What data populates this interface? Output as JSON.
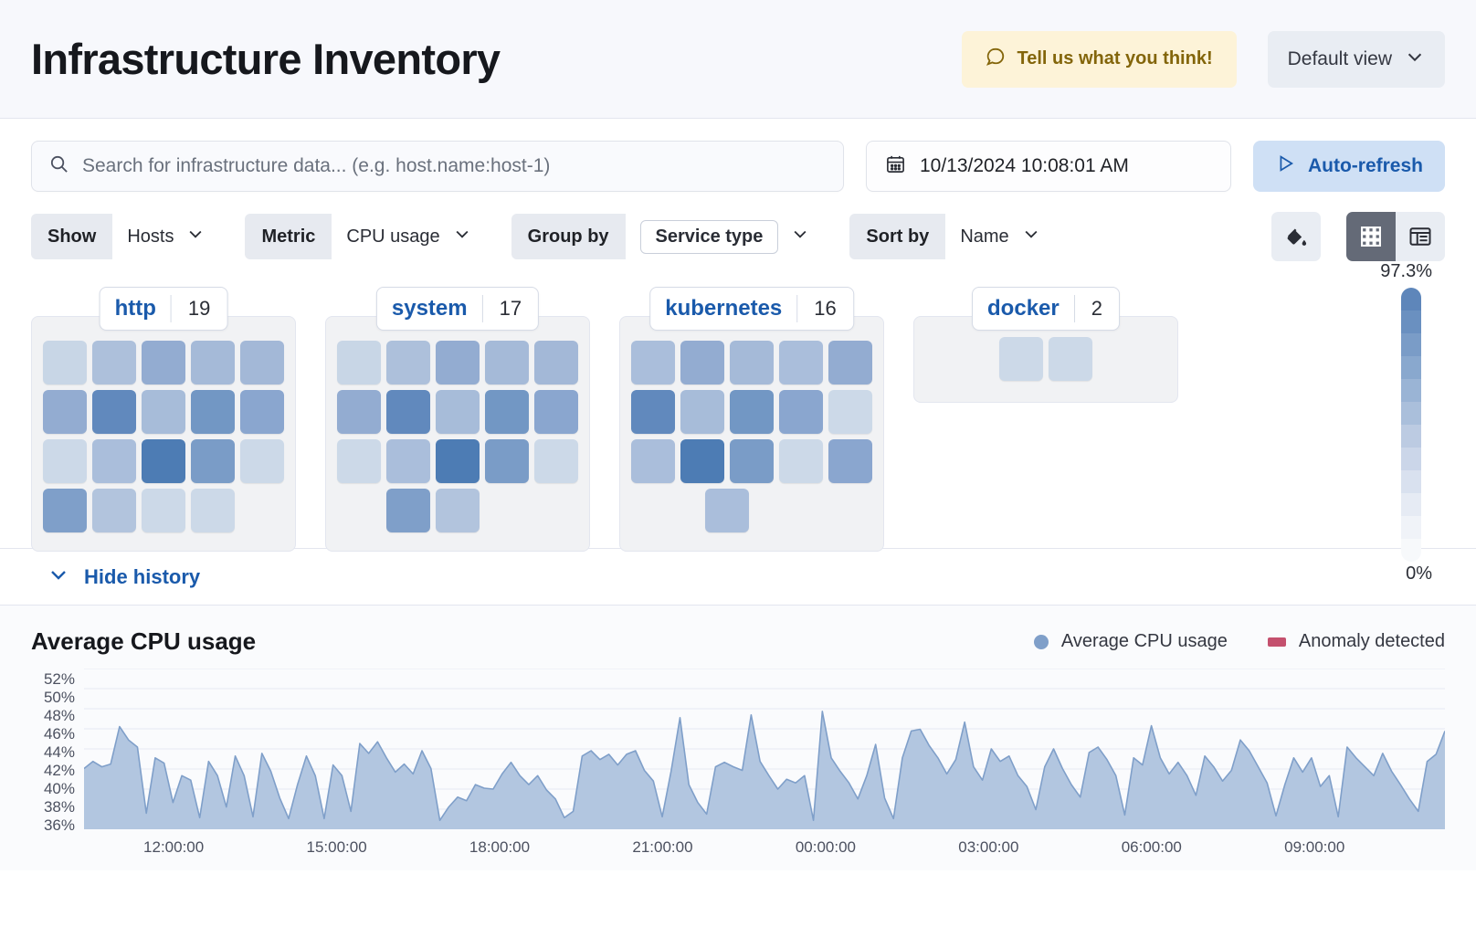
{
  "header": {
    "title": "Infrastructure Inventory",
    "feedback_label": "Tell us what you think!",
    "feedback_icon": "comment-icon",
    "view_label": "Default view",
    "view_icon": "chevron-down-icon"
  },
  "toolbar": {
    "search": {
      "placeholder": "Search for infrastructure data... (e.g. host.name:host-1)",
      "value": "",
      "icon": "search-icon"
    },
    "date": {
      "value": "10/13/2024 10:08:01 AM",
      "icon": "calendar-icon"
    },
    "refresh": {
      "label": "Auto-refresh",
      "icon": "play-icon"
    },
    "filters": [
      {
        "label": "Show",
        "value": "Hosts",
        "boxed": false
      },
      {
        "label": "Metric",
        "value": "CPU usage",
        "boxed": false
      },
      {
        "label": "Group by",
        "value": "Service type",
        "boxed": true
      },
      {
        "label": "Sort by",
        "value": "Name",
        "boxed": false
      }
    ],
    "palette_icon": "paint-bucket-icon",
    "view_grid_icon": "grid-view-icon",
    "view_table_icon": "table-view-icon"
  },
  "legend": {
    "max": "97.3%",
    "min": "0%",
    "stops": [
      "#5e86ba",
      "#6a90c0",
      "#7a9cc7",
      "#89a8ce",
      "#9ab4d5",
      "#aabfdb",
      "#bccbe2",
      "#cbd6e9",
      "#d9e1ef",
      "#e6ebf4",
      "#f0f3f8",
      "#f7f9fb"
    ]
  },
  "groups": [
    {
      "name": "http",
      "count": "19",
      "rows": [
        [
          "#c8d6e6",
          "#adc0db",
          "#93acd1",
          "#a5bad8",
          "#a3b8d7"
        ],
        [
          "#93acd1",
          "#6189bd",
          "#a7bcd9",
          "#7297c4",
          "#8aa6cf"
        ],
        [
          "#ccd9e8",
          "#aabedb",
          "#4d7cb4",
          "#7a9cc7",
          "#ccd9e8"
        ],
        [
          "#7f9fc9",
          "#b2c4dd",
          "#ccd9e8",
          "#ccd9e8"
        ]
      ],
      "last_row_align": "offset1"
    },
    {
      "name": "system",
      "count": "17",
      "rows": [
        [
          "#c8d6e6",
          "#adc0db",
          "#93acd1",
          "#a5bad8",
          "#a3b8d7"
        ],
        [
          "#93acd1",
          "#6189bd",
          "#a7bcd9",
          "#7297c4",
          "#8aa6cf"
        ],
        [
          "#ccd9e8",
          "#aabedb",
          "#4d7cb4",
          "#7a9cc7",
          "#ccd9e8"
        ],
        [
          "#7f9fc9",
          "#b2c4dd"
        ]
      ],
      "last_row_align": "offset2"
    },
    {
      "name": "kubernetes",
      "count": "16",
      "rows": [
        [
          "#aabedb",
          "#93acd1",
          "#a5bad8",
          "#aabedb",
          "#93acd1"
        ],
        [
          "#6189bd",
          "#a7bcd9",
          "#7297c4",
          "#8aa6cf",
          "#ccd9e8"
        ],
        [
          "#aabedb",
          "#4d7cb4",
          "#7a9cc7",
          "#ccd9e8",
          "#8aa6cf"
        ],
        [
          "#aabedb"
        ]
      ],
      "last_row_align": "offset2"
    },
    {
      "name": "docker",
      "count": "2",
      "rows": [
        [
          "#ccd9e8",
          "#ccd9e8"
        ]
      ],
      "last_row_align": "center"
    }
  ],
  "history": {
    "toggle_label": "Hide history",
    "toggle_icon": "chevron-down-icon"
  },
  "chart_data": {
    "type": "area",
    "title": "Average CPU usage",
    "xlabel": "",
    "ylabel": "",
    "grid": true,
    "legend_position": "top-right",
    "legend": [
      {
        "name": "Average CPU usage",
        "color": "#7f9fc9",
        "marker": "dot"
      },
      {
        "name": "Anomaly detected",
        "color": "#c4506e",
        "marker": "square"
      }
    ],
    "yticks": [
      "52%",
      "50%",
      "48%",
      "46%",
      "44%",
      "42%",
      "40%",
      "38%",
      "36%"
    ],
    "ylim": [
      35,
      53
    ],
    "xticks": [
      "12:00:00",
      "15:00:00",
      "18:00:00",
      "21:00:00",
      "00:00:00",
      "03:00:00",
      "06:00:00",
      "09:00:00"
    ],
    "series": [
      {
        "name": "Average CPU usage",
        "color": "#7f9fc9",
        "fill": "#aec3de",
        "values": [
          41.8,
          42.6,
          42.0,
          42.3,
          46.5,
          45.0,
          44.2,
          36.8,
          43.0,
          42.4,
          38.0,
          41.0,
          40.5,
          36.3,
          42.6,
          41.0,
          37.5,
          43.2,
          41.0,
          36.4,
          43.5,
          41.5,
          38.5,
          36.2,
          40.0,
          43.2,
          41.0,
          36.2,
          42.2,
          41.0,
          37.0,
          44.6,
          43.5,
          44.8,
          43.0,
          41.4,
          42.3,
          41.2,
          43.8,
          41.8,
          36.0,
          37.5,
          38.6,
          38.2,
          40.0,
          39.6,
          39.5,
          41.2,
          42.5,
          41.0,
          40.0,
          41.0,
          39.4,
          38.4,
          36.3,
          37.0,
          43.2,
          43.8,
          42.8,
          43.4,
          42.2,
          43.4,
          43.8,
          41.6,
          40.4,
          36.4,
          41.5,
          47.5,
          40.0,
          38.0,
          36.7,
          42.0,
          42.5,
          42.0,
          41.6,
          47.8,
          42.6,
          41.0,
          39.5,
          40.6,
          40.2,
          41.0,
          36.0,
          48.2,
          43.0,
          41.5,
          40.2,
          38.4,
          41.0,
          44.5,
          38.5,
          36.2,
          43.0,
          46.0,
          46.2,
          44.4,
          43.0,
          41.2,
          42.8,
          47.0,
          42.0,
          40.5,
          44.0,
          42.6,
          43.2,
          41.0,
          39.8,
          37.2,
          42.0,
          44.0,
          41.8,
          40.0,
          38.6,
          43.6,
          44.2,
          42.8,
          41.0,
          36.6,
          43.0,
          42.2,
          46.6,
          43.0,
          41.2,
          42.5,
          41.0,
          38.8,
          43.2,
          42.0,
          40.4,
          41.6,
          45.0,
          43.8,
          42.0,
          40.2,
          36.5,
          40.0,
          43.0,
          41.4,
          43.0,
          39.8,
          41.0,
          36.4,
          44.2,
          43.0,
          42.0,
          41.0,
          43.5,
          41.5,
          40.0,
          38.4,
          37.0,
          42.6,
          43.4,
          46.0
        ]
      }
    ]
  }
}
